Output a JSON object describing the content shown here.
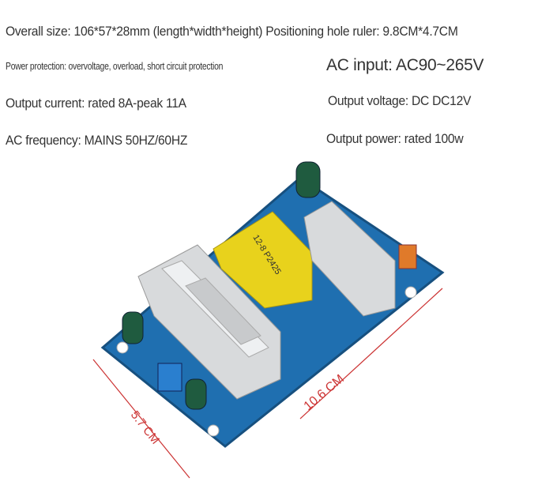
{
  "specs": {
    "overall_size": "Overall size: 106*57*28mm (length*width*height) Positioning hole ruler: 9.8CM*4.7CM",
    "power_protection": "Power protection: overvoltage, overload, short circuit protection",
    "ac_input": "AC input: AC90~265V",
    "output_current": "Output current: rated 8A-peak 11A",
    "output_voltage": "Output voltage: DC DC12V",
    "ac_frequency": "AC frequency: MAINS 50HZ/60HZ",
    "output_power": "Output power: rated 100w"
  },
  "product_image": {
    "transformer_label": "12-8 P2425",
    "dimension_width": "5.7 CM",
    "dimension_length": "10.6 CM",
    "board_color": "#1f6fb0",
    "transformer_color": "#e8d21c"
  }
}
